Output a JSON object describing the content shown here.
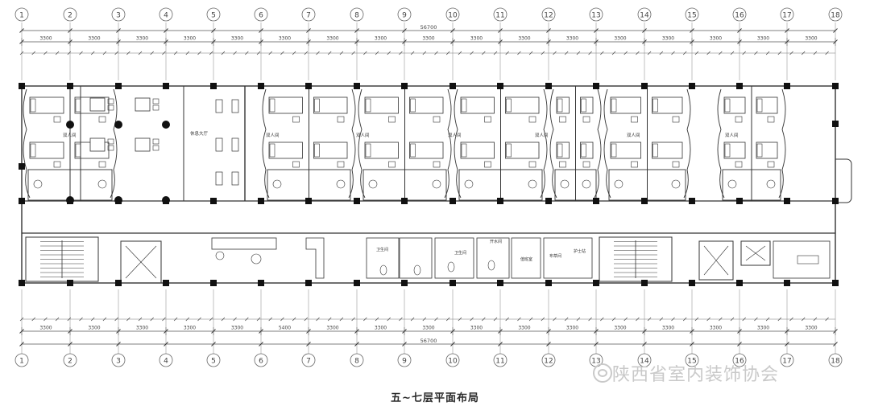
{
  "axes": [
    "1",
    "2",
    "3",
    "4",
    "5",
    "6",
    "7",
    "8",
    "9",
    "10",
    "11",
    "12",
    "13",
    "14",
    "15",
    "16",
    "17",
    "18"
  ],
  "total_dim": "56700",
  "top_bays": [
    "3300",
    "3300",
    "3300",
    "3300",
    "3300",
    "3300",
    "3300",
    "3300",
    "3300",
    "3300",
    "3300",
    "3300",
    "3300",
    "3300",
    "3300",
    "3300",
    "3300"
  ],
  "bottom_bays": [
    "3300",
    "3300",
    "3300",
    "3300",
    "3300",
    "5400",
    "3300",
    "3300",
    "3300",
    "3300",
    "3300",
    "3300",
    "3300",
    "3300",
    "3300",
    "3300",
    "3300"
  ],
  "room_labels": {
    "r1": "双人间",
    "r2": "休息大厅",
    "r3": "双人间",
    "r4": "双人间",
    "r5": "双人间",
    "r6": "双人间",
    "r7": "双人间",
    "r8": "双人间"
  },
  "core_labels": {
    "c1": "卫生间",
    "c2": "卫生间",
    "c3": "开水间",
    "c4": "值班室",
    "c5": "布草间",
    "c6": "护士站"
  },
  "caption": "五~七层平面布局",
  "watermark": "陕西省室内装饰协会"
}
